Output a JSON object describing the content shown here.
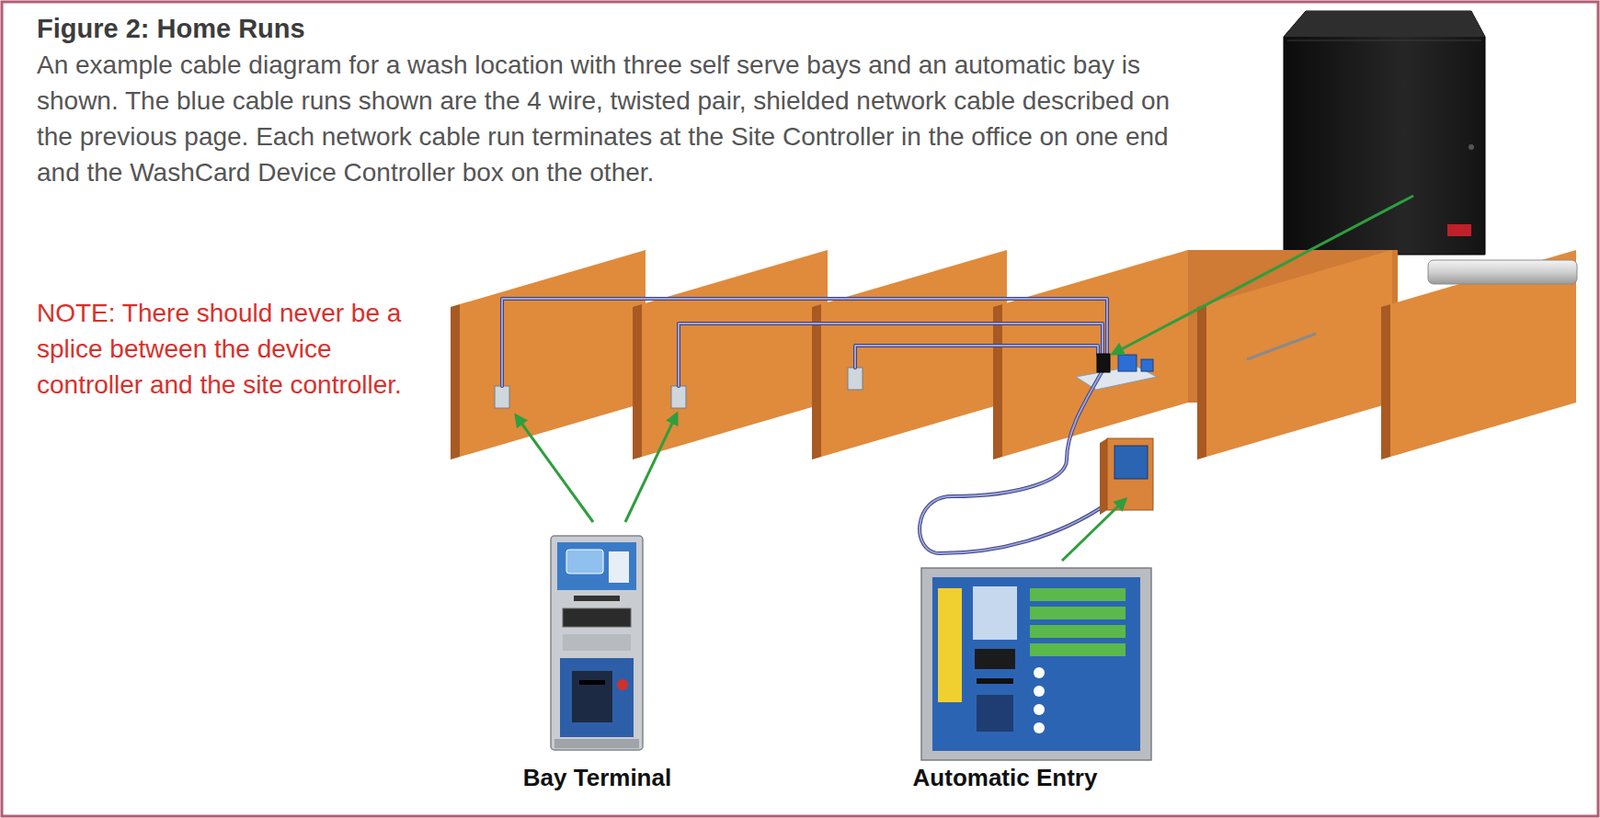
{
  "diagram": {
    "title": "Figure 2: Home Runs",
    "nodes": [
      {
        "text": [
          "Bay Terminal"
        ]
      },
      {
        "text": [
          "Automatic Entry"
        ]
      }
    ],
    "labels": [
      "An example cable diagram for a wash location with three self serve bays and an automatic bay is shown. The blue cable runs shown are the 4 wire, twisted pair, shielded network cable described on the previous page. Each network cable run terminates at the Site Controller in the office on one end and the WashCard Device Controller box on the other.",
      "NOTE: There should never be a splice between the device controller and the site controller."
    ]
  }
}
